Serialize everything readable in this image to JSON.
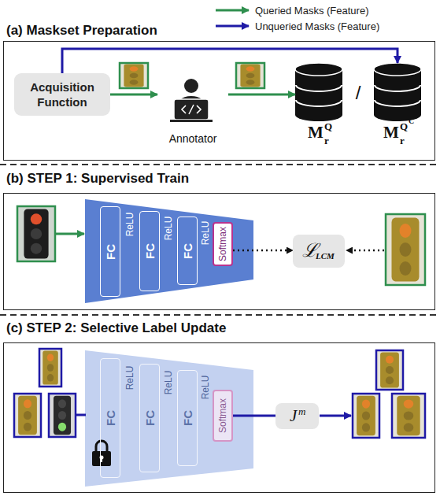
{
  "diagram": {
    "nodes": [
      {
        "text": [
          "(a) Maskset Preparation"
        ]
      },
      {
        "text": [
          "Acquisition Function"
        ],
        "in": 0
      },
      {
        "text": [
          "Annotator"
        ],
        "in": 0
      },
      {
        "text": [
          "M",
          "r",
          "Q"
        ],
        "in": 0
      },
      {
        "text": [
          "M",
          "r",
          "Q",
          "C"
        ],
        "in": 0
      },
      {
        "text": [
          "(b) STEP 1: Supervised Train"
        ]
      },
      {
        "text": [
          "FC"
        ],
        "in": 5
      },
      {
        "text": [
          "FC"
        ],
        "in": 5
      },
      {
        "text": [
          "FC"
        ],
        "in": 5
      },
      {
        "text": [
          "Softmax"
        ],
        "in": 5
      },
      {
        "text": [
          "ℒ",
          "LCM"
        ],
        "in": 5
      },
      {
        "text": [
          "(c) STEP 2: Selective Label Update"
        ]
      },
      {
        "text": [
          "FC"
        ],
        "in": 11
      },
      {
        "text": [
          "FC"
        ],
        "in": 11
      },
      {
        "text": [
          "FC"
        ],
        "in": 11
      },
      {
        "text": [
          "Softmax"
        ],
        "in": 11
      },
      {
        "text": [
          "J",
          "m"
        ],
        "in": 11
      }
    ],
    "edges": [
      {
        "from": 1,
        "to": 2,
        "arrow": "to"
      },
      {
        "from": 2,
        "to": 3,
        "arrow": "to"
      },
      {
        "from": 1,
        "to": 4,
        "arrow": "to"
      },
      {
        "from": 9,
        "to": 10,
        "arrow": "to"
      },
      {
        "from": 15,
        "to": 16,
        "arrow": "none"
      }
    ],
    "labels": [
      "/",
      "ReLU",
      "ReLU",
      "ReLU",
      "ReLU",
      "ReLU",
      "ReLU"
    ],
    "legend": [
      {
        "text": "Queried Masks (Feature)"
      },
      {
        "text": "Unqueried Masks (Feature)"
      }
    ]
  }
}
